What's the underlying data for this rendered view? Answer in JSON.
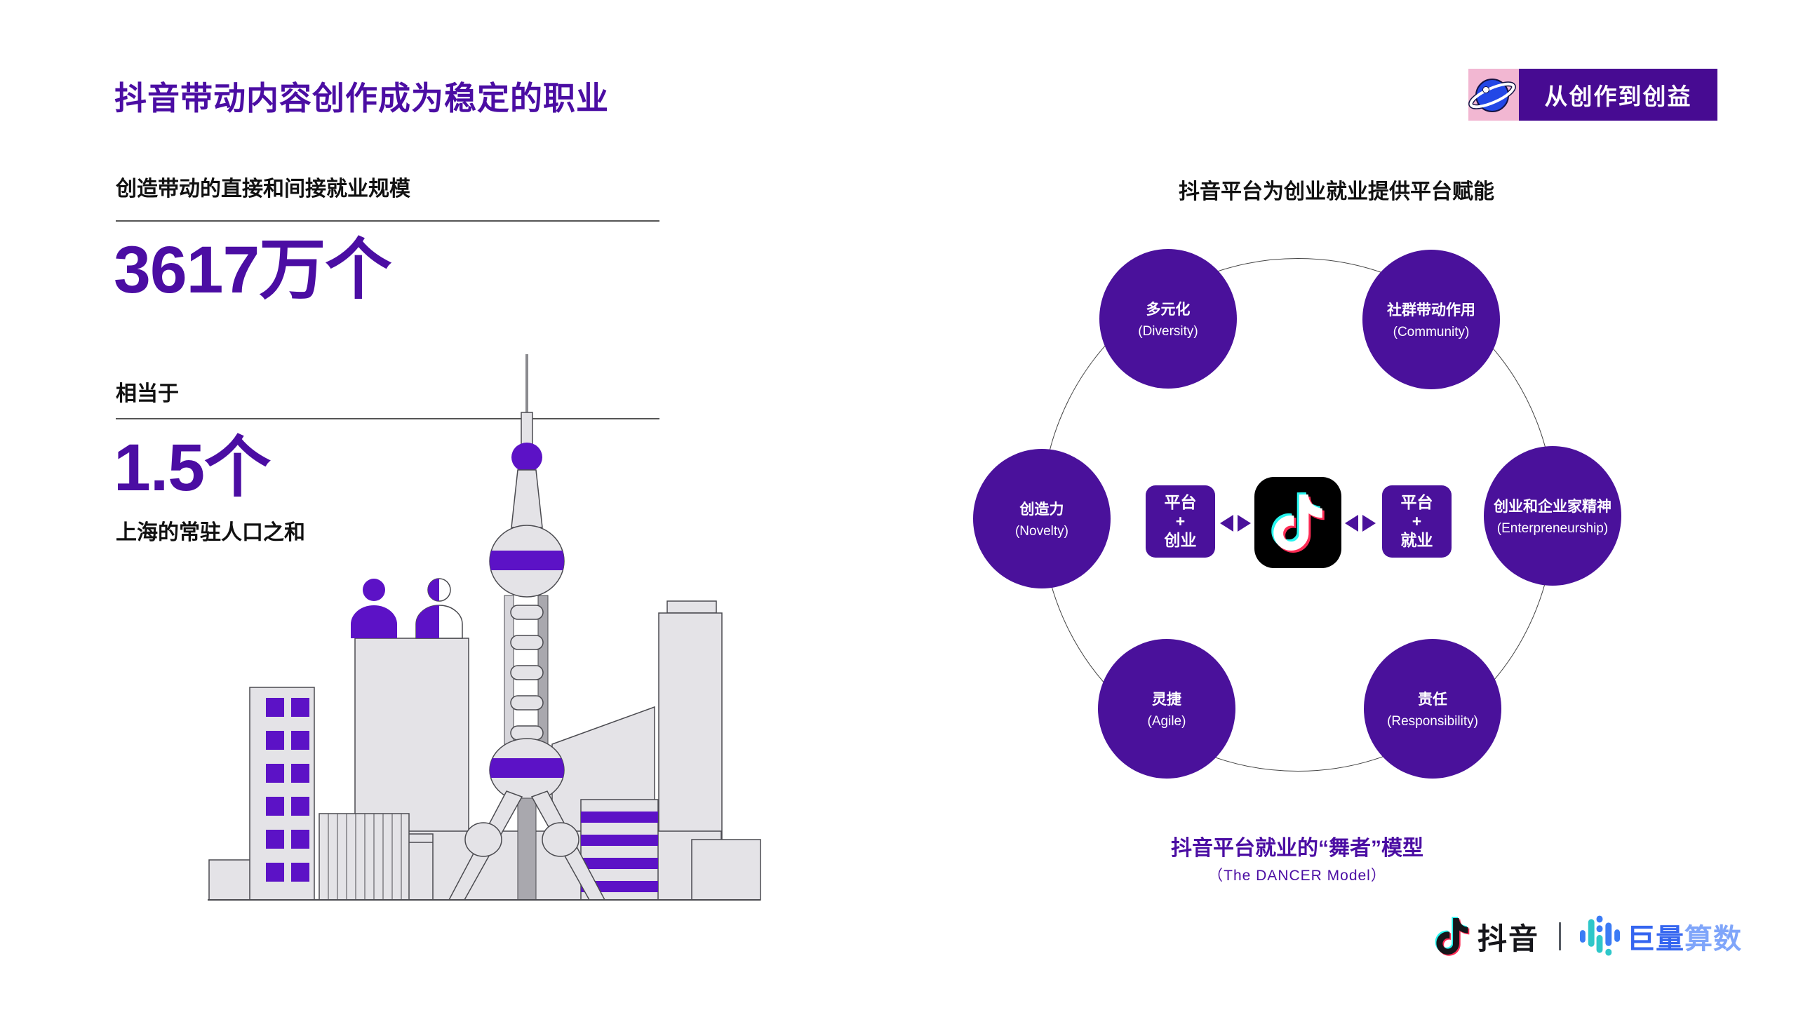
{
  "colors": {
    "accent": "#4B0DA3",
    "ink": "#111111",
    "line": "#555555",
    "illo_purple": "#5C12C6",
    "node_purple": "#4A119B",
    "badge_purple": "#470B92",
    "badge_pink": "#F2B7D2",
    "planet_blue": "#2347E6",
    "bldg_fill": "#E4E3E7",
    "bldg_stroke": "#4B4B50",
    "rail_dark": "#A9A8AE",
    "rail_light": "#D7D6DB",
    "tiktok_cyan": "#25F4EE",
    "tiktok_red": "#FE2C55",
    "brand_blue": "#3566F0",
    "brand_blue_light": "#7FA5FA",
    "brand_teal": "#2EC7C9",
    "brand_icon_blue": "#3B7BF5"
  },
  "header": {
    "title": "抖音带动内容创作成为稳定的职业",
    "badge_label": "从创作到创益"
  },
  "stats": {
    "metric1": {
      "label": "创造带动的直接和间接就业规模",
      "value": "3617万个"
    },
    "metric2": {
      "label": "相当于",
      "value": "1.5个",
      "sublabel": "上海的常驻人口之和"
    }
  },
  "diagram": {
    "title": "抖音平台为创业就业提供平台赋能",
    "nodes": [
      {
        "zh": "多元化",
        "en": "(Diversity)"
      },
      {
        "zh": "社群带动作用",
        "en": "(Community)"
      },
      {
        "zh": "创造力",
        "en": "(Novelty)"
      },
      {
        "zh": "创业和企业家精神",
        "en": "(Enterpreneurship)"
      },
      {
        "zh": "灵捷",
        "en": "(Agile)"
      },
      {
        "zh": "责任",
        "en": "(Responsibility)"
      }
    ],
    "center": {
      "left": [
        "平台",
        "+",
        "创业"
      ],
      "right": [
        "平台",
        "+",
        "就业"
      ]
    },
    "caption": "抖音平台就业的“舞者”模型",
    "caption_en": "（The DANCER Model）"
  },
  "footer": {
    "brand1": "抖音",
    "brand2_a": "巨量",
    "brand2_b": "算数"
  }
}
